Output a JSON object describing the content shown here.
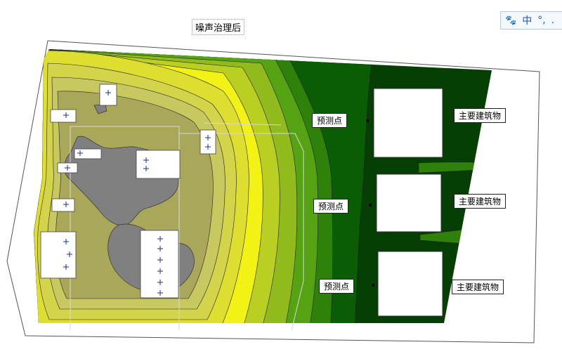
{
  "title": "噪声治理后",
  "ime": {
    "char": "中",
    "punct": "°,",
    "extra": "."
  },
  "prediction_label": "预测点",
  "building_label": "主要建筑物",
  "colors": {
    "gray": "#808080",
    "olive_light": "#b0ab60",
    "olive": "#a9a85a",
    "yellow_olive": "#c8c860",
    "yellow_pale": "#d4d44a",
    "yellow_mid": "#dede30",
    "yellow_bright": "#f2f215",
    "yellow_green": "#b9cf21",
    "light_green": "#91bb1d",
    "green": "#55a213",
    "green_dark": "#2e820a",
    "forest": "#0a5d05",
    "deep_forest": "#053f03"
  }
}
